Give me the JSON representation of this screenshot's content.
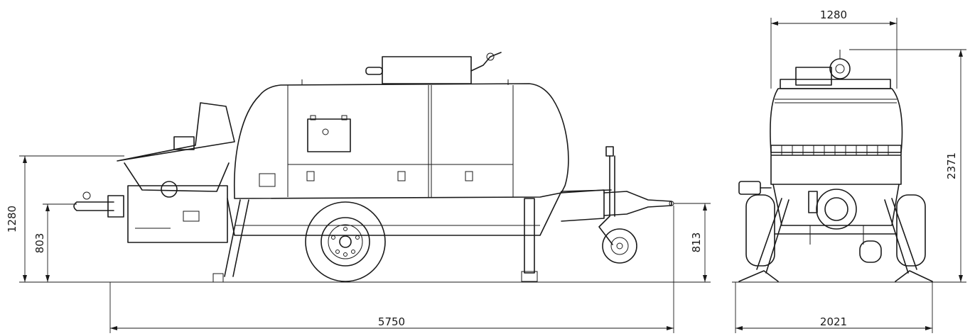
{
  "dimensions": {
    "side_overall_length": "5750",
    "side_hopper_height": "1280",
    "side_outlet_height": "803",
    "side_tow_hitch_height": "813",
    "front_width_top": "1280",
    "front_width_base": "2021",
    "front_overall_height": "2371"
  }
}
